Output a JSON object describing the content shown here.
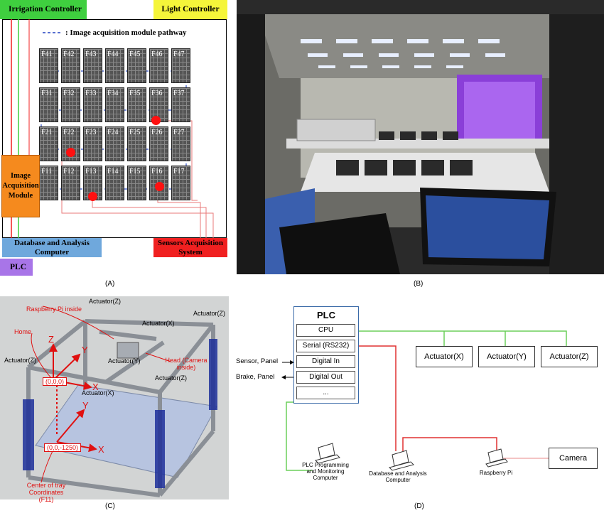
{
  "panel_a": {
    "irrigation": "Irrigation Controller",
    "light": "Light Controller",
    "legend": ": Image acquisition module pathway",
    "image_acq": "Image Acquisition Module",
    "database": "Database and Analysis Computer",
    "sensors": "Sensors Acquisition System",
    "plc": "PLC",
    "caption": "(A)",
    "trays": [
      [
        "F41",
        "F42",
        "F43",
        "F44",
        "F45",
        "F46",
        "F47"
      ],
      [
        "F31",
        "F32",
        "F33",
        "F34",
        "F35",
        "F36",
        "F37"
      ],
      [
        "F21",
        "F22",
        "F23",
        "F24",
        "F25",
        "F26",
        "F27"
      ],
      [
        "F11",
        "F12",
        "F13",
        "F14",
        "F15",
        "F16",
        "F17"
      ]
    ],
    "colors": {
      "green": "#3fcf3f",
      "yellow": "#f5f53a",
      "orange": "#f58a1e",
      "blue": "#6fa8dc",
      "red": "#f02020",
      "purple": "#a875e8"
    }
  },
  "panel_b": {
    "caption": "(B)"
  },
  "panel_c": {
    "caption": "(C)",
    "labels": {
      "actuator_z1": "Actuator(Z)",
      "actuator_z2": "Actuator(Z)",
      "actuator_z3": "Actuator(Z)",
      "actuator_z4": "Actuator(Z)",
      "actuator_x1": "Actuator(X)",
      "actuator_x2": "Actuator(X)",
      "actuator_y": "Actuator(Y)",
      "raspberry": "Raspberry Pi inside",
      "home": "Home",
      "head": "Head (Camera inside)",
      "origin": "(0,0,0)",
      "tray_origin": "(0,0,-1250)",
      "center": "Center of tray Coordinates (F11)",
      "axis_z": "Z",
      "axis_y1": "Y",
      "axis_x1": "X",
      "axis_y2": "Y",
      "axis_x2": "X"
    }
  },
  "panel_d": {
    "caption": "(D)",
    "plc_title": "PLC",
    "plc_rows": [
      "CPU",
      "Serial (RS232)",
      "Digital In",
      "Digital Out",
      "..."
    ],
    "sensor_panel": "Sensor, Panel",
    "brake_panel": "Brake, Panel",
    "actuators": [
      "Actuator(X)",
      "Actuator(Y)",
      "Actuator(Z)"
    ],
    "camera": "Camera",
    "plc_computer": "PLC Programming and Monitoring Computer",
    "database": "Database and Analysis Computer",
    "raspberry": "Raspberry Pi"
  }
}
